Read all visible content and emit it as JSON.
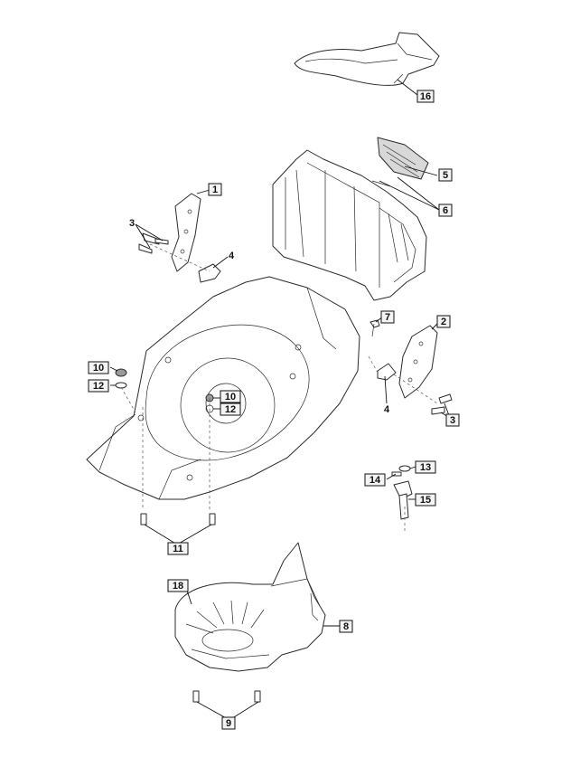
{
  "callouts": {
    "c16": "16",
    "c5": "5",
    "c6": "6",
    "c1": "1",
    "c3a": "3",
    "c4a": "4",
    "c7": "7",
    "c2": "2",
    "c4b": "4",
    "c3b": "3",
    "c10a": "10",
    "c12a": "12",
    "c10b": "10",
    "c12b": "12",
    "c13": "13",
    "c14": "14",
    "c15": "15",
    "c11": "11",
    "c18": "18",
    "c8": "8",
    "c9": "9"
  }
}
